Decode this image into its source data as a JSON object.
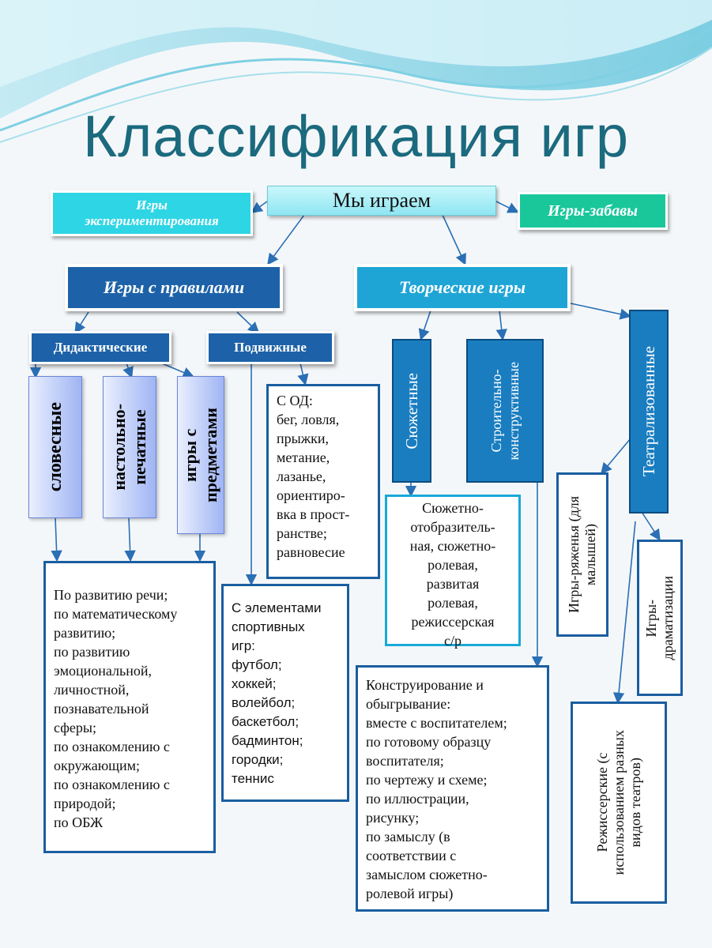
{
  "title": "Классификация игр",
  "root": "Мы играем",
  "left_top": [
    "Игры",
    "экспериментирования"
  ],
  "right_top": "Игры-забавы",
  "branch_rules": "Игры с правилами",
  "branch_creative": "Творческие игры",
  "didactic": "Дидактические",
  "mobile": "Подвижные",
  "didactic_types": [
    "словесные",
    "настольно-\nпечатные",
    "игры с\nпредметами"
  ],
  "mobile_od": [
    "С ОД:",
    "бег, ловля,",
    "прыжки,",
    "метание,",
    "лазанье,",
    "ориентиро-",
    "вка в прост-",
    "ранстве;",
    "равновесие"
  ],
  "sport_elements": [
    "С элементами",
    "спортивных",
    "игр:",
    "футбол;",
    "хоккей;",
    "волейбол;",
    "баскетбол;",
    "бадминтон;",
    "городки;",
    "теннис"
  ],
  "didactic_areas": [
    "По развитию речи;",
    "по математическому",
    "развитию;",
    "по развитию",
    "эмоциональной,",
    "личностной,",
    "познавательной",
    "сферы;",
    "по ознакомлению с",
    "окружающим;",
    "по ознакомлению с",
    "природой;",
    "по ОБЖ"
  ],
  "plot": "Сюжетные",
  "construct": "Строительно-\nконструктивные",
  "theatre": "Театрализованные",
  "plot_types": [
    "Сюжетно-",
    "отобразитель-",
    "ная, сюжетно-",
    "ролевая,",
    "развитая",
    "ролевая,",
    "режиссерская",
    "с/р"
  ],
  "construct_types": [
    "Конструирование и",
    "обыгрывание:",
    "вместе с воспитателем;",
    "по готовому образцу",
    "воспитателя;",
    "по чертежу и схеме;",
    "по иллюстрации,",
    "рисунку;",
    "по замыслу (в",
    "соответствии с",
    "замыслом сюжетно-",
    "ролевой игры)"
  ],
  "theatre_dressup": "Игры-ряженья (для\nмалышей)",
  "theatre_drama": "Игры-\nдраматизации",
  "theatre_director": "Режиссерские (с\nиспользованием разных\nвидов театров)",
  "colors": {
    "title": "#1b6a7e",
    "navy": "#1d62a8",
    "blue": "#1a7dc0",
    "cyan": "#1ea5d6",
    "green": "#19c79b",
    "arrow": "#2b6fb5"
  }
}
